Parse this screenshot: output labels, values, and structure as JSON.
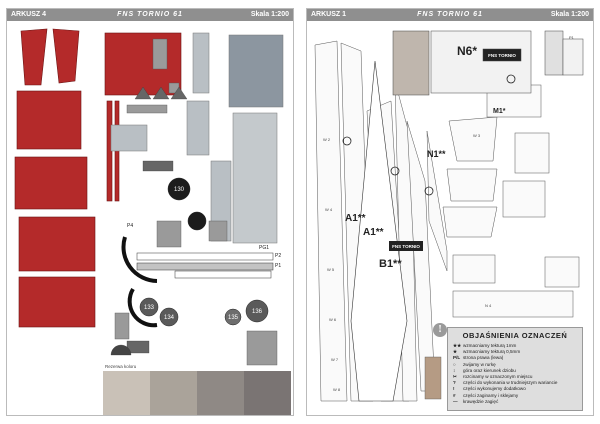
{
  "sheets": {
    "left": {
      "sheet_label": "ARKUSZ 4",
      "model_name": "FNS TORNIO 61",
      "scale": "Skala 1:200"
    },
    "right": {
      "sheet_label": "ARKUSZ 1",
      "model_name": "FNS TORNIO 61",
      "scale": "Skala 1:200"
    }
  },
  "left_parts": {
    "n130": "130",
    "n133": "133",
    "n134": "134",
    "n135": "135",
    "n136": "136",
    "p1": "P1",
    "p2": "P2",
    "pg1": "PG1",
    "p4": "P4"
  },
  "right_parts": {
    "n6": "N6*",
    "m1": "M1*",
    "a1": "A1**",
    "a1b": "A1**",
    "b1": "B1**",
    "n1": "N1**",
    "badge": "FNS TORNIO",
    "w2": "W 2",
    "w3": "W 3",
    "w4": "W 4",
    "w5": "W 5",
    "w6": "W 6",
    "w7": "W 7",
    "w8": "W 8",
    "n4": "N 4",
    "p1": "P1"
  },
  "legend": {
    "title": "OBJAŚNIENIA OZNACZEŃ",
    "items": [
      {
        "mark": "★★",
        "text": "wzmacniamy tekturą 1mm"
      },
      {
        "mark": "★",
        "text": "wzmacniamy tekturą 0,5mm"
      },
      {
        "mark": "P/L",
        "text": "strona prawa (lewa)"
      },
      {
        "mark": "○",
        "text": "zwijamy w rurkę"
      },
      {
        "mark": "↕",
        "text": "góra oraz kierunek dziobu"
      },
      {
        "mark": "✂",
        "text": "rozcinamy w oznaczonym miejscu"
      },
      {
        "mark": "?",
        "text": "części do wykonania w trudniejszym wariancie"
      },
      {
        "mark": "!",
        "text": "części wykonujemy dodatkowo"
      },
      {
        "mark": "#",
        "text": "części zaginamy i sklejamy"
      },
      {
        "mark": "—",
        "text": "krawędzie zagięć"
      }
    ]
  },
  "swatches": {
    "label": "Rezerwa koloru",
    "colors": [
      "#c9c1b7",
      "#aaa39a",
      "#8f8985",
      "#7a7473"
    ]
  },
  "colors": {
    "red": "#b42a2a",
    "gray": "#8f8f8f",
    "dark": "#1c1c1c"
  }
}
